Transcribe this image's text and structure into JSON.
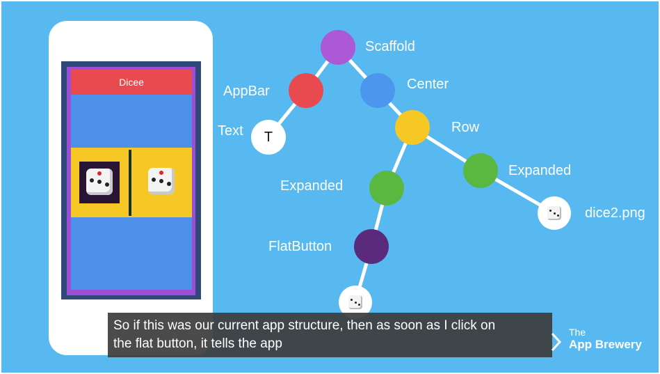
{
  "app": {
    "title": "Dicee"
  },
  "tree": {
    "scaffold": "Scaffold",
    "appbar": "AppBar",
    "center": "Center",
    "text": "Text",
    "text_node": "T",
    "row": "Row",
    "expanded_left": "Expanded",
    "expanded_right": "Expanded",
    "flatbutton": "FlatButton",
    "dice2": "dice2.png"
  },
  "colors": {
    "background": "#57b9ef",
    "scaffold": "#ab59d6",
    "appbar": "#e84a4f",
    "center": "#4d96ee",
    "row": "#f5c825",
    "expanded": "#5ab841",
    "flatbutton": "#5a2a7d"
  },
  "caption": {
    "line1": "So if this was our current app structure, then as soon as I click on",
    "line2": "the flat button, it tells the app"
  },
  "brand": {
    "line1": "The",
    "line2": "App Brewery"
  }
}
